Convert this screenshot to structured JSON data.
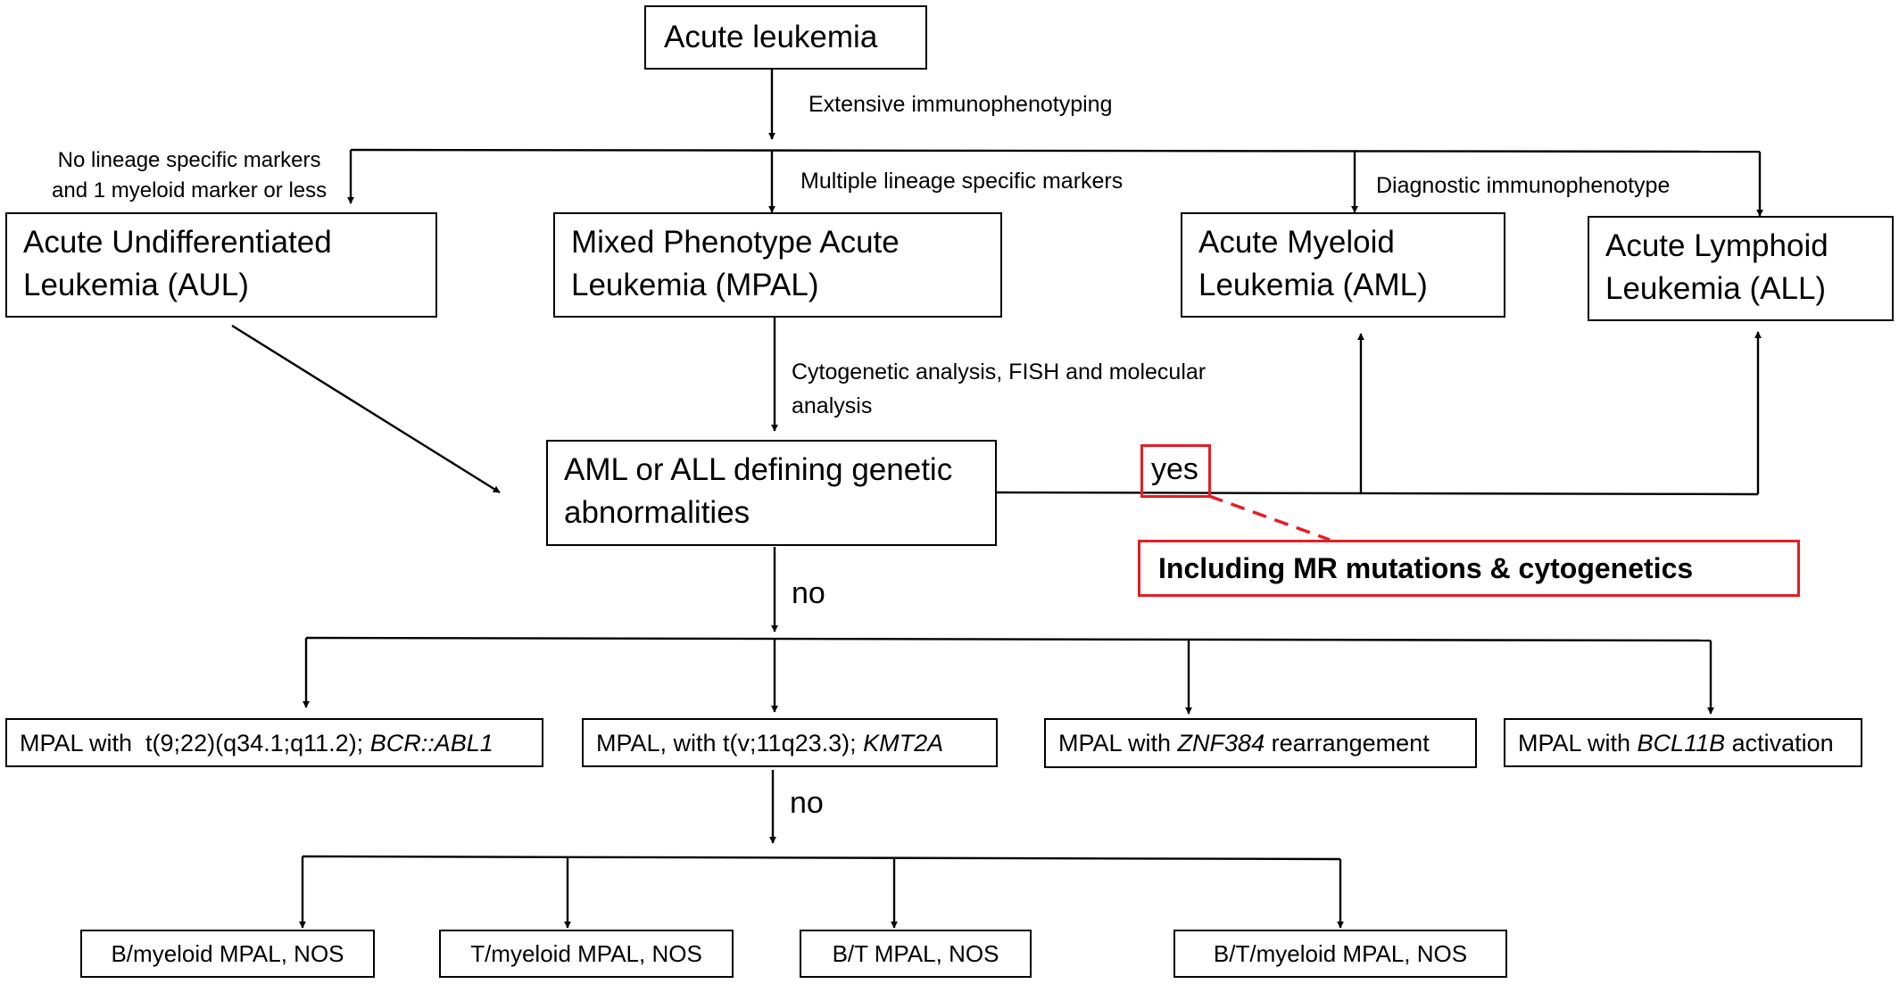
{
  "root": "Acute leukemia",
  "step_immuno": "Extensive immunophenotyping",
  "branch_aul": {
    "line1": "No lineage specific markers",
    "line2": "and 1 myeloid marker or less"
  },
  "branch_mpal": "Multiple lineage specific markers",
  "branch_diag": "Diagnostic immunophenotype",
  "box_aul": {
    "line1": "Acute Undifferentiated",
    "line2": "Leukemia (AUL)"
  },
  "box_mpal": {
    "line1": "Mixed Phenotype Acute",
    "line2": "Leukemia (MPAL)"
  },
  "box_aml": {
    "line1": "Acute Myeloid",
    "line2": "Leukemia (AML)"
  },
  "box_all": {
    "line1": "Acute Lymphoid",
    "line2": "Leukemia (ALL)"
  },
  "step_cyto": {
    "line1": "Cytogenetic analysis, FISH and molecular",
    "line2": "analysis"
  },
  "box_genetic": {
    "line1": "AML or ALL defining genetic",
    "line2": "abnormalities"
  },
  "yes_label": "yes",
  "callout": "Including MR mutations & cytogenetics",
  "no_label_1": "no",
  "no_label_2": "no",
  "mpal_subtypes": [
    {
      "prefix": "MPAL with  t(9;22)(q34.1;q11.2); ",
      "gene": "BCR::ABL1",
      "suffix": ""
    },
    {
      "prefix": "MPAL, with t(v;11q23.3); ",
      "gene": "KMT2A",
      "suffix": ""
    },
    {
      "prefix": "MPAL with ",
      "gene": "ZNF384",
      "suffix": " rearrangement"
    },
    {
      "prefix": "MPAL with ",
      "gene": "BCL11B",
      "suffix": " activation"
    }
  ],
  "nos_types": [
    "B/myeloid MPAL, NOS",
    "T/myeloid MPAL, NOS",
    "B/T MPAL, NOS",
    "B/T/myeloid MPAL, NOS"
  ],
  "colors": {
    "line": "#000000",
    "highlight": "#e31e24"
  }
}
